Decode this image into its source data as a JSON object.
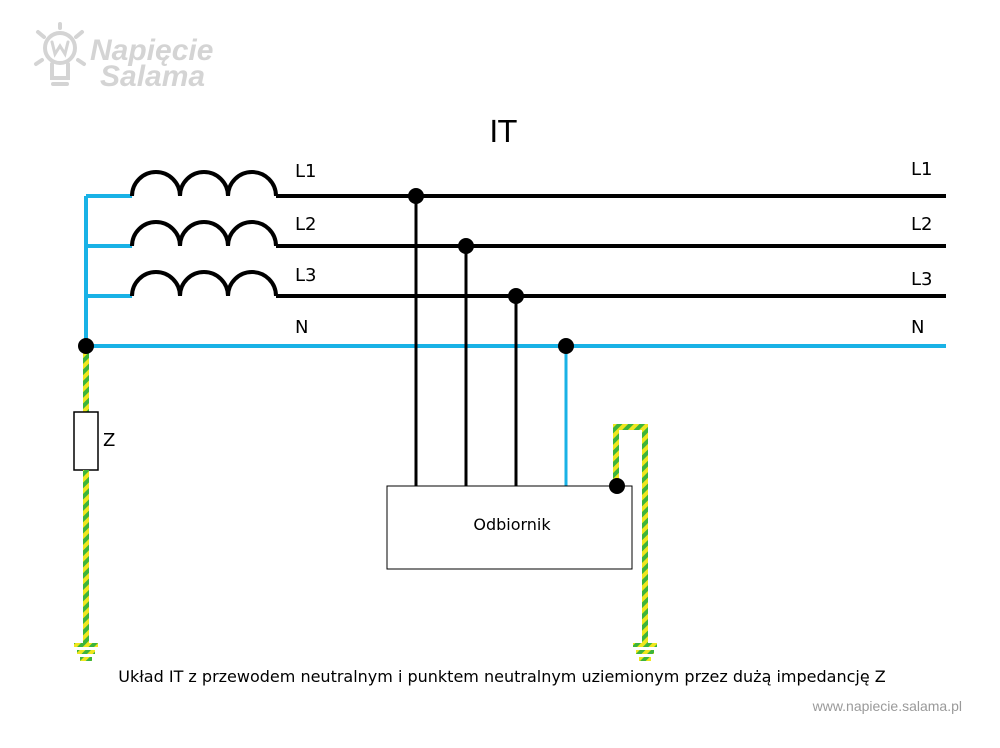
{
  "logo": {
    "line1": "Napięcie",
    "line2": "Salama",
    "icon": "lightbulb-w-icon"
  },
  "title": "IT",
  "labels": {
    "source": {
      "l1": "L1",
      "l2": "L2",
      "l3": "L3",
      "n": "N"
    },
    "right": {
      "l1": "L1",
      "l2": "L2",
      "l3": "L3",
      "n": "N"
    },
    "impedance": "Z",
    "load": "Odbiornik"
  },
  "caption": "Układ IT z przewodem neutralnym i punktem neutralnym uziemionym przez dużą impedancję Z",
  "url": "www.napiecie.salama.pl",
  "colors": {
    "phase": "#000000",
    "neutral": "#19b2e6",
    "pe_green": "#3cb43c",
    "pe_yellow": "#f0e61e",
    "logo": "#d4d4d4",
    "url": "#9a9a9a"
  },
  "icons": {
    "coils": "inductor-coil-icon",
    "ground": "ground-symbol-icon",
    "junction": "junction-dot-icon"
  }
}
